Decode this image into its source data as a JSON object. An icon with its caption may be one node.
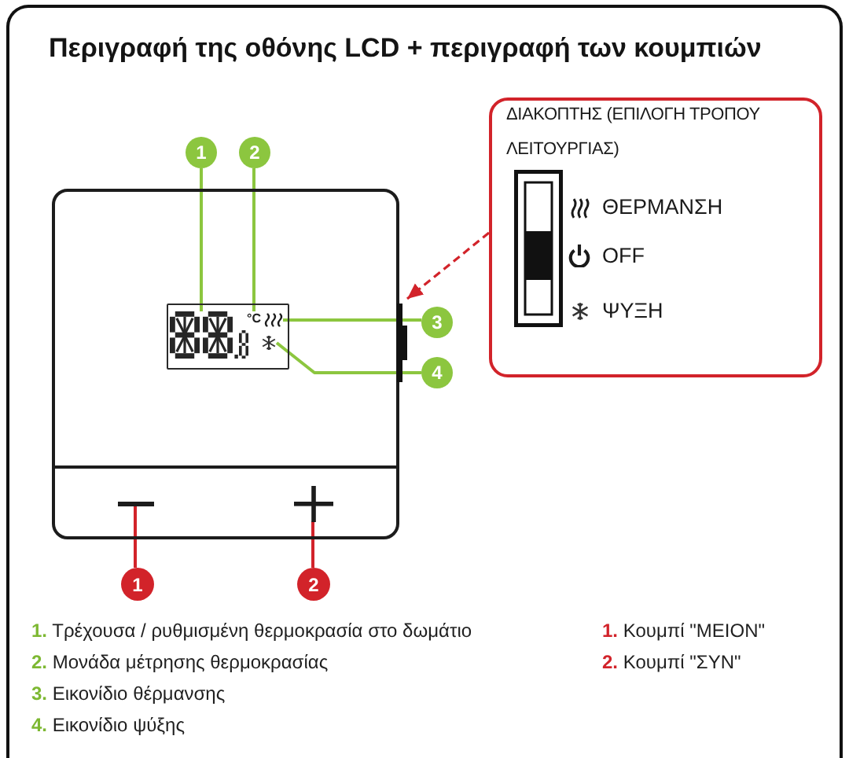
{
  "diagram": {
    "title": "Περιγραφή της οθόνης LCD + περιγραφή των κουμπιών",
    "nodes": [
      {
        "text": [
          "1"
        ]
      },
      {
        "text": [
          "2"
        ]
      },
      {
        "text": [
          "ΔΙΑΚΟΠΤΗΣ (ΕΠΙΛΟΓΗ ΤΡΟΠΟΥ ΛΕΙΤΟΥΡΓΙΑΣ)",
          "ΘΕΡΜΑΝΣΗ",
          "OFF",
          "ΨΥΞΗ"
        ]
      },
      {
        "text": [],
        "shape": "box"
      },
      {
        "text": [],
        "shape": "box",
        "in": 3
      },
      {
        "text": [],
        "shape": "picture",
        "in": 4
      },
      {
        "text": [
          "°C"
        ],
        "in": 4
      },
      {
        "text": [],
        "shape": "picture",
        "in": 4
      },
      {
        "text": [],
        "shape": "picture",
        "in": 4
      },
      {
        "text": [],
        "shape": "bar"
      },
      {
        "text": [
          "3"
        ]
      },
      {
        "text": [
          "4"
        ]
      },
      {
        "text": [],
        "shape": "picture",
        "in": 3
      },
      {
        "text": [],
        "shape": "picture",
        "in": 3
      },
      {
        "text": [
          "1"
        ]
      },
      {
        "text": [
          "2"
        ]
      }
    ],
    "edges": [
      {
        "from": 0,
        "to": 5,
        "arrow": "none"
      },
      {
        "from": 1,
        "to": 6,
        "arrow": "none"
      },
      {
        "from": 10,
        "to": 7,
        "arrow": "none"
      },
      {
        "from": 11,
        "to": 8,
        "arrow": "none"
      },
      {
        "from": 2,
        "to": 9,
        "arrow": "to",
        "style": "dashed",
        "color": "#d2232a"
      },
      {
        "from": 14,
        "to": 12,
        "arrow": "none",
        "color": "#d2232a"
      },
      {
        "from": 15,
        "to": 13,
        "arrow": "none",
        "color": "#d2232a"
      }
    ],
    "labels": [
      "**1.** Τρέχουσα / ρυθμισμένη θερμοκρασία στο δωμάτιο",
      "**2.** Μονάδα μέτρησης θερμοκρασίας",
      "**3.** Εικονίδιο θέρμανσης",
      "**4.** Εικονίδιο ψύξης",
      "**1.** Κουμπί \"ΜΕΙΟΝ\"",
      "**2.** Κουμπί \"ΣΥΝ\""
    ]
  }
}
